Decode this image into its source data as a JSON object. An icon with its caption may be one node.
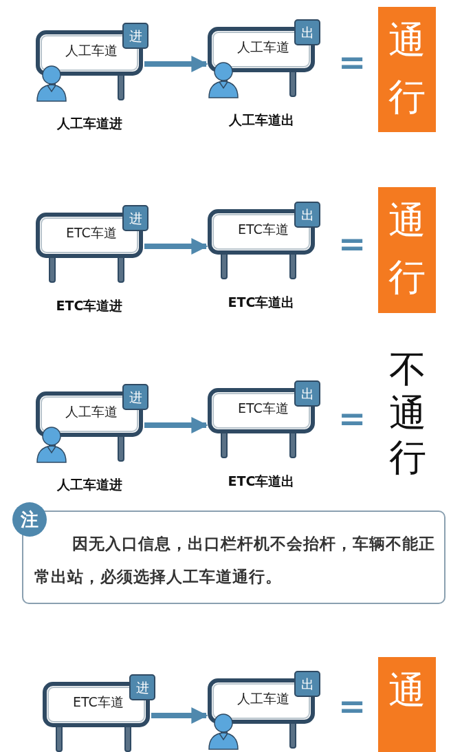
{
  "diagram": {
    "nodes": [
      {
        "text": [
          "人工车道",
          "进"
        ],
        "beside": [
          "人工车道进"
        ]
      },
      {
        "text": [
          "人工车道",
          "出"
        ],
        "beside": [
          "人工车道出"
        ]
      },
      {
        "text": [
          "通行"
        ]
      },
      {
        "text": [
          "ETC车道",
          "进"
        ],
        "beside": [
          "ETC车道进"
        ]
      },
      {
        "text": [
          "ETC车道",
          "出"
        ],
        "beside": [
          "ETC车道出"
        ]
      },
      {
        "text": [
          "通行"
        ]
      },
      {
        "text": [
          "人工车道",
          "进"
        ],
        "beside": [
          "人工车道进"
        ]
      },
      {
        "text": [
          "ETC车道",
          "出"
        ],
        "beside": [
          "ETC车道出"
        ]
      },
      {
        "text": [
          "注",
          "因无入口信息，出口栏杆机不会抬杆，车辆不能正常出站，必须选择人工车道通行。"
        ]
      },
      {
        "text": [
          "ETC车道",
          "进"
        ]
      },
      {
        "text": [
          "人工车道",
          "出"
        ]
      },
      {
        "text": [
          "通"
        ]
      }
    ],
    "edges": [
      {
        "from": 0,
        "to": 1,
        "arrow": "to"
      },
      {
        "from": 3,
        "to": 4,
        "arrow": "to"
      },
      {
        "from": 6,
        "to": 7,
        "arrow": "to"
      },
      {
        "from": 9,
        "to": 10,
        "arrow": "to"
      }
    ],
    "labels": [
      "=",
      "=",
      "=",
      "不通行",
      "="
    ]
  }
}
